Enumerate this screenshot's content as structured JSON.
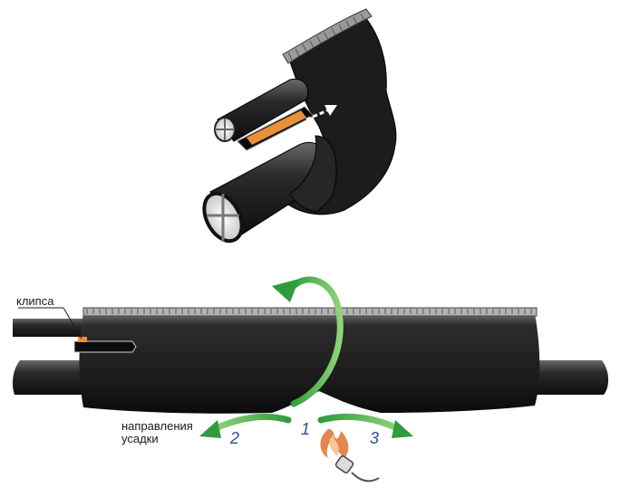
{
  "labels": {
    "clip": "клипса",
    "shrink_direction_line1": "направления",
    "shrink_direction_line2": "усадки"
  },
  "steps": [
    "1",
    "2",
    "3"
  ],
  "colors": {
    "sleeve": "#1e1e1e",
    "sleeve_highlight": "#5a5a5a",
    "clip": "#e9913a",
    "arrow_green": "#3fae4a",
    "step_number": "#2a4f9a",
    "flame": "#e07a3a"
  }
}
